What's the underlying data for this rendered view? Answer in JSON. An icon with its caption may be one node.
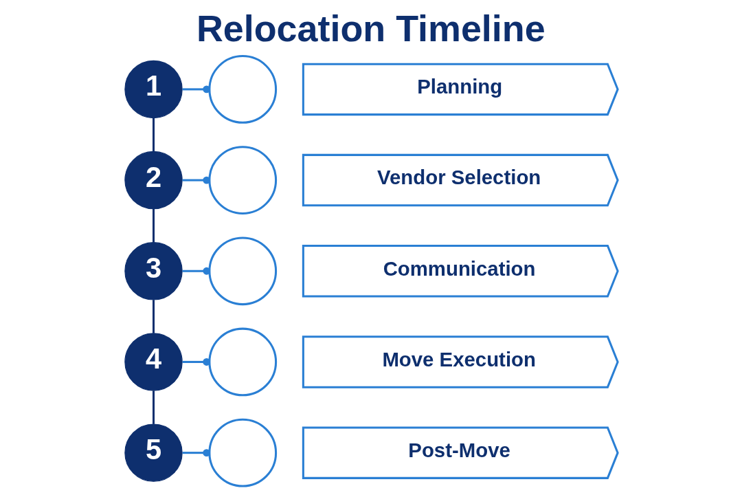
{
  "diagram": {
    "title": "Relocation Timeline",
    "nodes": [
      {
        "text": [
          "1"
        ]
      },
      {
        "text": [],
        "shape": "circle"
      },
      {
        "text": [
          "Planning"
        ]
      },
      {
        "text": [
          "2"
        ]
      },
      {
        "text": [],
        "shape": "circle"
      },
      {
        "text": [
          "Vendor Selection"
        ]
      },
      {
        "text": [
          "3"
        ]
      },
      {
        "text": [],
        "shape": "circle"
      },
      {
        "text": [
          "Communication"
        ]
      },
      {
        "text": [
          "4"
        ]
      },
      {
        "text": [],
        "shape": "circle"
      },
      {
        "text": [
          "Move Execution"
        ]
      },
      {
        "text": [
          "5"
        ]
      },
      {
        "text": [],
        "shape": "circle"
      },
      {
        "text": [
          "Post-Move"
        ]
      }
    ],
    "edges": [
      {
        "from": 0,
        "to": 1,
        "arrow": "other"
      },
      {
        "from": 0,
        "to": 3,
        "arrow": "none",
        "color": "#0e2f6e"
      },
      {
        "from": 3,
        "to": 4,
        "arrow": "other"
      },
      {
        "from": 3,
        "to": 6,
        "arrow": "none",
        "color": "#0e2f6e"
      },
      {
        "from": 6,
        "to": 7,
        "arrow": "other"
      },
      {
        "from": 6,
        "to": 9,
        "arrow": "none",
        "color": "#0e2f6e"
      },
      {
        "from": 9,
        "to": 10,
        "arrow": "other"
      },
      {
        "from": 9,
        "to": 12,
        "arrow": "none",
        "color": "#0e2f6e"
      },
      {
        "from": 12,
        "to": 13,
        "arrow": "other"
      }
    ]
  }
}
